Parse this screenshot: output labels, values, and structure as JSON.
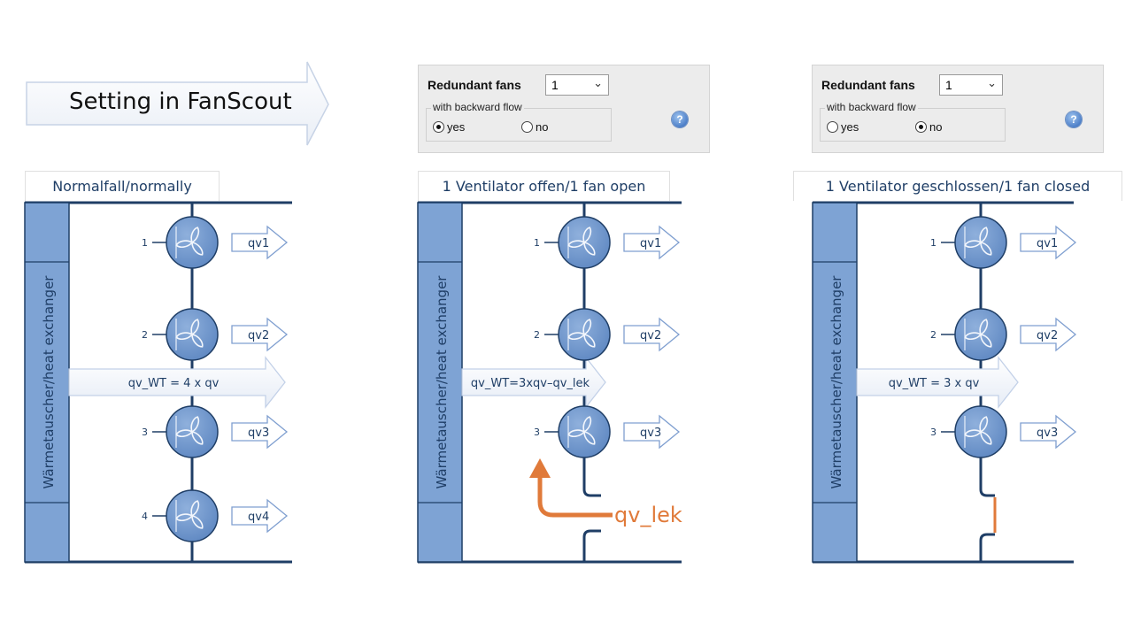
{
  "banner": {
    "text": "Setting in FanScout"
  },
  "panels": [
    {
      "redundant_label": "Redundant fans",
      "selected": "1",
      "group_title": "with backward flow",
      "yes_label": "yes",
      "no_label": "no",
      "yes_checked": true,
      "help": "?"
    },
    {
      "redundant_label": "Redundant fans",
      "selected": "1",
      "group_title": "with backward flow",
      "yes_label": "yes",
      "no_label": "no",
      "yes_checked": false,
      "help": "?"
    }
  ],
  "diagrams": [
    {
      "caption": "Normalfall/normally",
      "exchanger_label": "Wärmetauscher/heat exchanger",
      "fans": [
        {
          "num": "1",
          "flow": "qv1"
        },
        {
          "num": "2",
          "flow": "qv2"
        },
        {
          "num": "3",
          "flow": "qv3"
        },
        {
          "num": "4",
          "flow": "qv4"
        }
      ],
      "main_flow": "qv_WT = 4 x qv"
    },
    {
      "caption": "1 Ventilator offen/1 fan open",
      "exchanger_label": "Wärmetauscher/heat exchanger",
      "fans": [
        {
          "num": "1",
          "flow": "qv1"
        },
        {
          "num": "2",
          "flow": "qv2"
        },
        {
          "num": "3",
          "flow": "qv3"
        }
      ],
      "main_flow": "qv_WT=3xqv–qv_lek",
      "leak_label": "qv_lek"
    },
    {
      "caption": "1 Ventilator geschlossen/1 fan closed",
      "exchanger_label": "Wärmetauscher/heat exchanger",
      "fans": [
        {
          "num": "1",
          "flow": "qv1"
        },
        {
          "num": "2",
          "flow": "qv2"
        },
        {
          "num": "3",
          "flow": "qv3"
        }
      ],
      "main_flow": "qv_WT = 3 x qv"
    }
  ],
  "colors": {
    "dark_blue": "#1f3e66",
    "fan_blue": "#6d95cc",
    "exchanger_blue": "#7ea3d4",
    "arrow_outline": "#7f9fd0",
    "leak_orange": "#e07a3a"
  }
}
